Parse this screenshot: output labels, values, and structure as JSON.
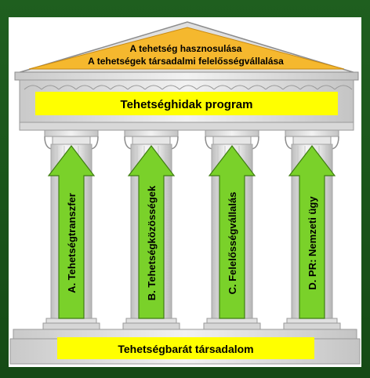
{
  "roof": {
    "line1": "A tehetség hasznosulása",
    "line2": "A tehetségek társadalmi felelősségvállalása"
  },
  "beam": {
    "label": "Tehetséghidak program"
  },
  "pillars": [
    {
      "label": "A. Tehetségtranszfer"
    },
    {
      "label": "B. Tehetségközösségek"
    },
    {
      "label": "C. Felelősségvállalás"
    },
    {
      "label": "D. PR: Nemzeti ügy"
    }
  ],
  "base": {
    "label": "Tehetségbarát társadalom"
  },
  "colors": {
    "background": "#1d5a1d",
    "roof_fill": "#f5b82e",
    "beam_fill": "#ffff00",
    "arrow_fill": "#7ad12a",
    "stone": "#e2e2e2",
    "stone_edge": "#9a9a9a"
  }
}
